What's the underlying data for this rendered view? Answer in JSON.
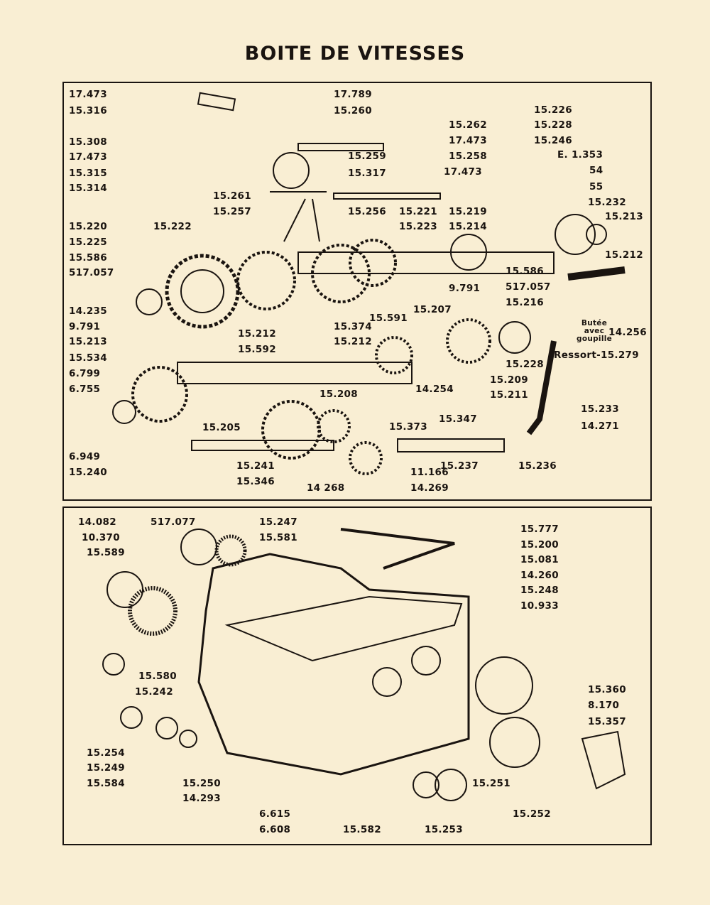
{
  "title": "BOITE DE VITESSES",
  "upper": {
    "labels": [
      "17.473",
      "15.316",
      "15.308",
      "17.473",
      "15.315",
      "15.314",
      "15.220",
      "15.225",
      "15.586",
      "517.057",
      "14.235",
      "9.791",
      "15.213",
      "15.534",
      "6.799",
      "6.755",
      "6.949",
      "15.240",
      "17.789",
      "15.260",
      "15.262",
      "17.473",
      "15.259",
      "15.258",
      "17.473",
      "15.317",
      "15.261",
      "15.257",
      "15.256",
      "15.221",
      "15.219",
      "15.222",
      "15.223",
      "15.214",
      "15.226",
      "15.228",
      "15.246",
      "E. 1.353",
      "54",
      "55",
      "15.232",
      "15.213",
      "15.212",
      "15.586",
      "517.057",
      "9.791",
      "15.216",
      "15.591",
      "15.207",
      "15.374",
      "15.212",
      "15.212",
      "15.592",
      "15.228",
      "15.209",
      "15.208",
      "15.211",
      "14.254",
      "15.373",
      "15.347",
      "15.205",
      "15.233",
      "14.271",
      "15.241",
      "15.237",
      "15.236",
      "15.346",
      "11.166",
      "14 268",
      "14.269",
      "14.256",
      "Ressort-15.279"
    ],
    "bracket_note": [
      "Butée",
      "avec",
      "goupille"
    ]
  },
  "lower": {
    "labels": [
      "14.082",
      "10.370",
      "15.589",
      "517.077",
      "15.247",
      "15.581",
      "15.777",
      "15.200",
      "15.081",
      "14.260",
      "15.248",
      "10.933",
      "15.580",
      "15.242",
      "15.360",
      "8.170",
      "15.357",
      "15.254",
      "15.249",
      "15.584",
      "15.250",
      "14.293",
      "15.251",
      "15.252",
      "6.615",
      "6.608",
      "15.582",
      "15.253"
    ]
  }
}
